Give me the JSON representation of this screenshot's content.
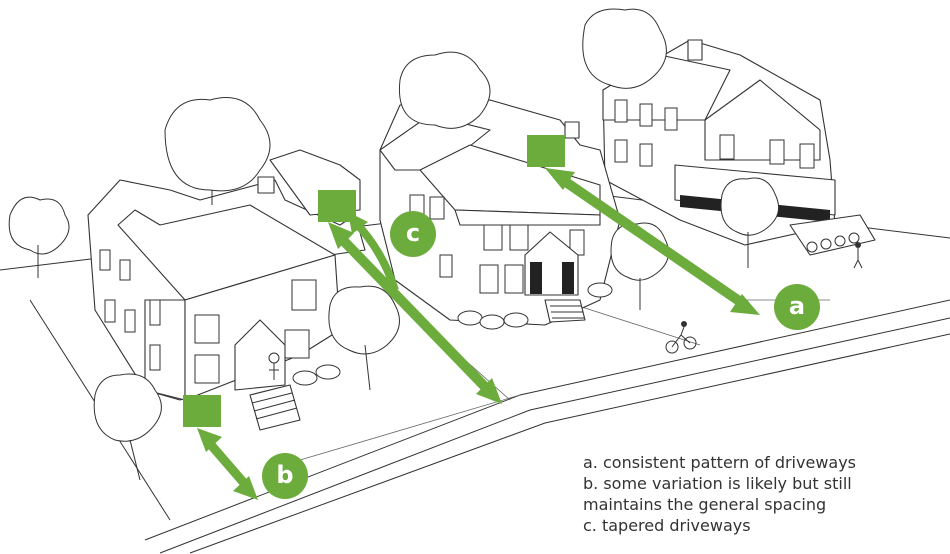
{
  "accent_color": "#6cac3c",
  "markers": [
    {
      "letter": "a"
    },
    {
      "letter": "b"
    },
    {
      "letter": "c"
    }
  ],
  "legend": {
    "line1": "a. consistent pattern of driveways",
    "line2": "b. some variation is likely but still",
    "line3": "maintains the general spacing",
    "line4": "c. tapered driveways"
  },
  "icons": [
    "tree-icon",
    "house-icon",
    "garage-door-icon",
    "double-arrow-icon",
    "cyclist-icon",
    "pedestrian-icon"
  ]
}
